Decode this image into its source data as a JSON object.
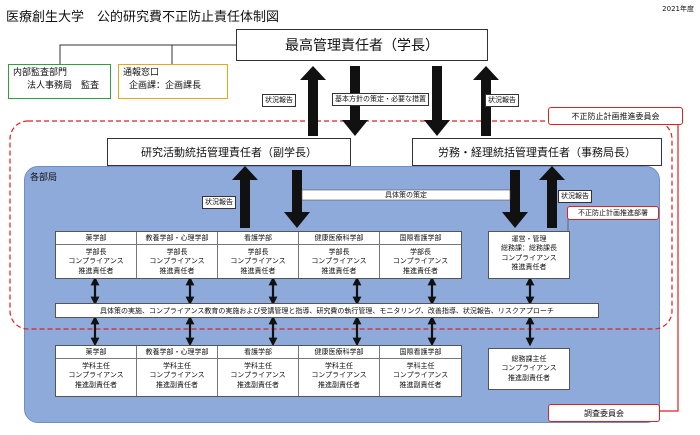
{
  "title": "医療創生大学　公的研究費不正防止責任体制図",
  "year": "2021年度",
  "top": "最高管理責任者（学長）",
  "audit": {
    "line1": "内部監査部門",
    "line2": "法人事務局　監査"
  },
  "report_window": {
    "line1": "通報窓口",
    "line2": "企画課：企画課長"
  },
  "left_mid": "研究活動統括管理責任者（副学長）",
  "right_mid": "労務・経理統括管理責任者（事務局長）",
  "labels": {
    "status_report": "状況報告",
    "policy": "基本方針の策定・必要な措置",
    "measures": "具体策の策定"
  },
  "committee": "不正防止計画推進委員会",
  "promotion_office": "不正防止計画推進部署",
  "investigation": "調査委員会",
  "bukyoku": "各部局",
  "upper_units": [
    {
      "head": "薬学部",
      "l1": "学部長",
      "l2": "コンプライアンス",
      "l3": "推進責任者"
    },
    {
      "head": "教養学部・心理学部",
      "l1": "学部長",
      "l2": "コンプライアンス",
      "l3": "推進責任者"
    },
    {
      "head": "看護学部",
      "l1": "学部長",
      "l2": "コンプライアンス",
      "l3": "推進責任者"
    },
    {
      "head": "健康医療科学部",
      "l1": "学部長",
      "l2": "コンプライアンス",
      "l3": "推進責任者"
    },
    {
      "head": "国際看護学部",
      "l1": "学部長",
      "l2": "コンプライアンス",
      "l3": "推進責任者"
    }
  ],
  "upper_admin": {
    "l1": "運営・管理",
    "l2": "総務課：総務課長",
    "l3": "コンプライアンス",
    "l4": "推進責任者"
  },
  "bar": "具体策の実施、コンプライアンス教育の実施および受講管理と指導、研究費の執行管理、モニタリング、改善指導、状況報告、リスクアプローチ",
  "lower_units": [
    {
      "head": "薬学部",
      "l1": "学科主任",
      "l2": "コンプライアンス",
      "l3": "推進副責任者"
    },
    {
      "head": "教養学部・心理学部",
      "l1": "学科主任",
      "l2": "コンプライアンス",
      "l3": "推進副責任者"
    },
    {
      "head": "看護学部",
      "l1": "学科主任",
      "l2": "コンプライアンス",
      "l3": "推進副責任者"
    },
    {
      "head": "健康医療科学部",
      "l1": "学科主任",
      "l2": "コンプライアンス",
      "l3": "推進副責任者"
    },
    {
      "head": "国際看護学部",
      "l1": "学科主任",
      "l2": "コンプライアンス",
      "l3": "推進副責任者"
    }
  ],
  "lower_admin": {
    "l1": "総務課主任",
    "l2": "コンプライアンス",
    "l3": "推進副責任者"
  },
  "colors": {
    "panel": "#8eaadb",
    "audit_border": "#2da23c",
    "report_border": "#e6a818",
    "red": "#d22"
  }
}
